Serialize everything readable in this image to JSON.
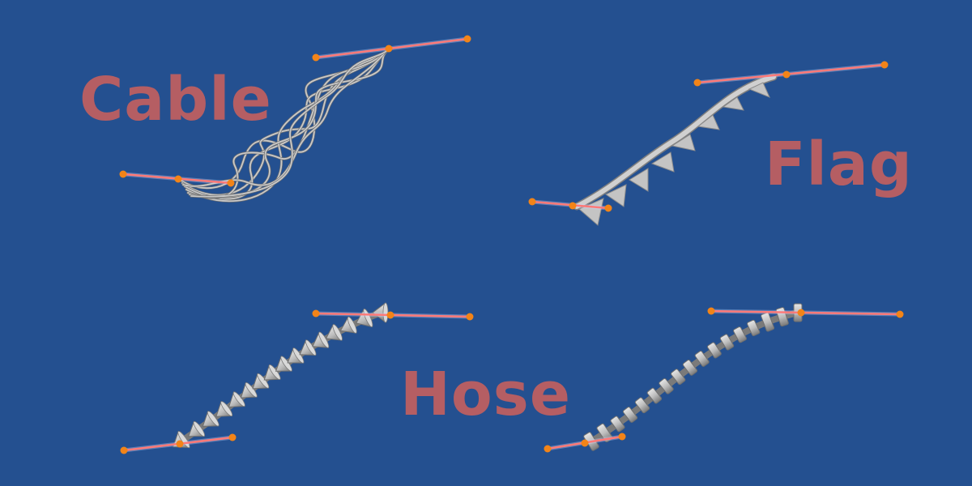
{
  "background_color": "#245090",
  "accent_colors": {
    "label": "#b55e63",
    "handle_line": "#ff7a78",
    "handle_dot": "#f28418",
    "mesh": "#c9c9c9",
    "mesh_dark": "#8a8a8a"
  },
  "labels": {
    "cable": "Cable",
    "flag": "Flag",
    "hose": "Hose"
  },
  "icons": [
    "cable-mesh-icon",
    "flag-mesh-icon",
    "hose-mesh-icon",
    "handle-icon"
  ]
}
